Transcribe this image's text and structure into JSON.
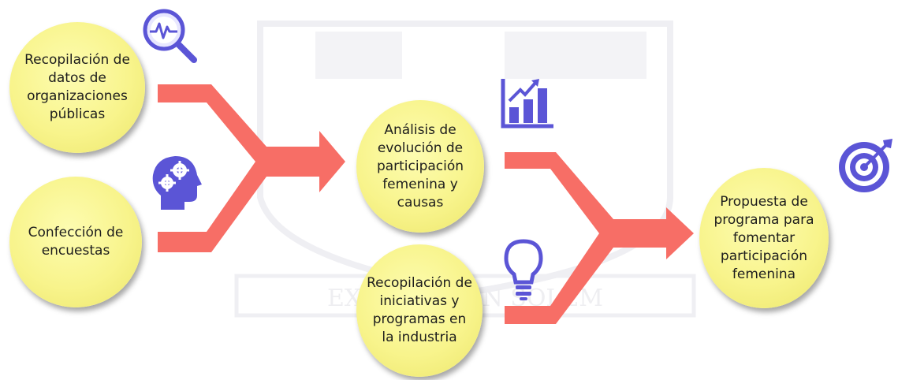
{
  "nodes": {
    "n1": "Recopilación de\ndatos de\norganizaciones\npúblicas",
    "n2": "Confección de\nencuestas",
    "n3": "Análisis  de\nevolución de\nparticipación\nfemenina y\ncausas",
    "n4": "Recopilación de\niniciativas y\nprogramas en\nla industria",
    "n5": "Propuesta de\nprograma para\nfomentar\nparticipación\nfemenina"
  },
  "watermark_text": "EX UMBRA IN SOLEM",
  "colors": {
    "circle": "#f8f48c",
    "arrow": "#f76e66",
    "icon": "#5b55d6",
    "watermark": "#f1f1f4"
  },
  "icons": [
    "search-pulse-icon",
    "head-gears-icon",
    "bar-chart-growth-icon",
    "lightbulb-icon",
    "target-icon"
  ]
}
